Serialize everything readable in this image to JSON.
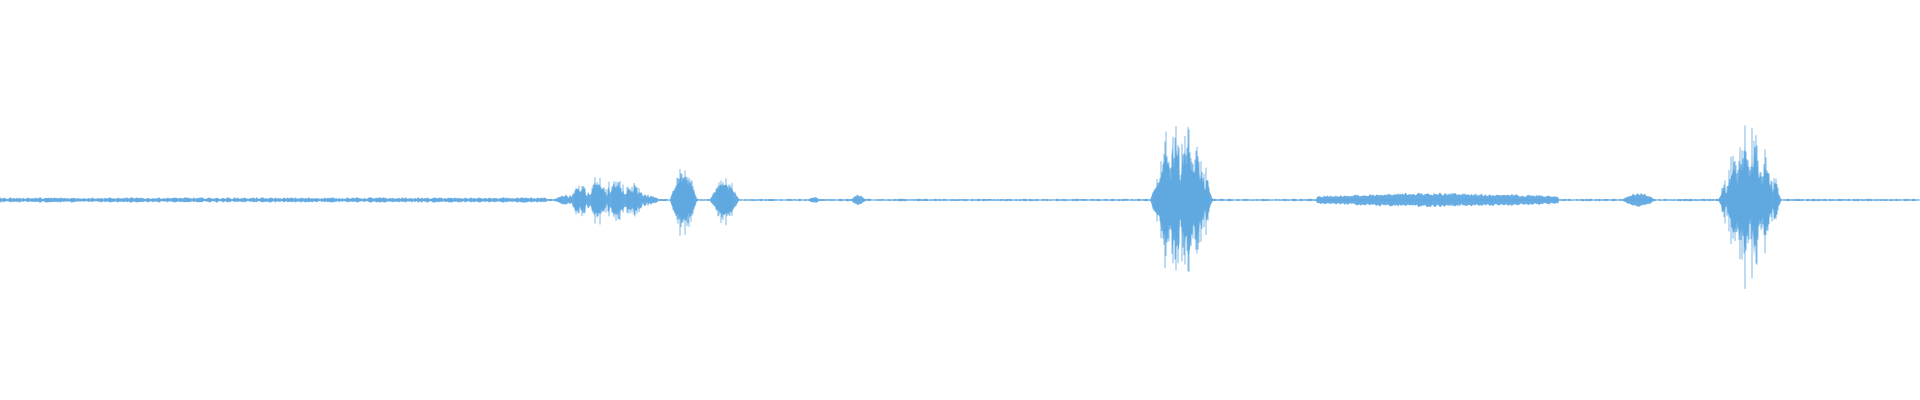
{
  "waveform": {
    "color": "#5fa8e0",
    "background": "#ffffff",
    "segments": [
      {
        "start": 0.0,
        "end": 0.285,
        "peak": 0.015,
        "kind": "noise"
      },
      {
        "start": 0.288,
        "end": 0.345,
        "peak": 0.11,
        "kind": "speech"
      },
      {
        "start": 0.349,
        "end": 0.363,
        "peak": 0.13,
        "kind": "burst"
      },
      {
        "start": 0.37,
        "end": 0.385,
        "peak": 0.09,
        "kind": "burst"
      },
      {
        "start": 0.42,
        "end": 0.428,
        "peak": 0.02,
        "kind": "blip"
      },
      {
        "start": 0.442,
        "end": 0.452,
        "peak": 0.035,
        "kind": "blip"
      },
      {
        "start": 0.599,
        "end": 0.632,
        "peak": 0.42,
        "kind": "speech"
      },
      {
        "start": 0.686,
        "end": 0.812,
        "peak": 0.04,
        "kind": "tone"
      },
      {
        "start": 0.845,
        "end": 0.862,
        "peak": 0.04,
        "kind": "burst"
      },
      {
        "start": 0.895,
        "end": 0.928,
        "peak": 0.37,
        "kind": "speech"
      }
    ]
  }
}
